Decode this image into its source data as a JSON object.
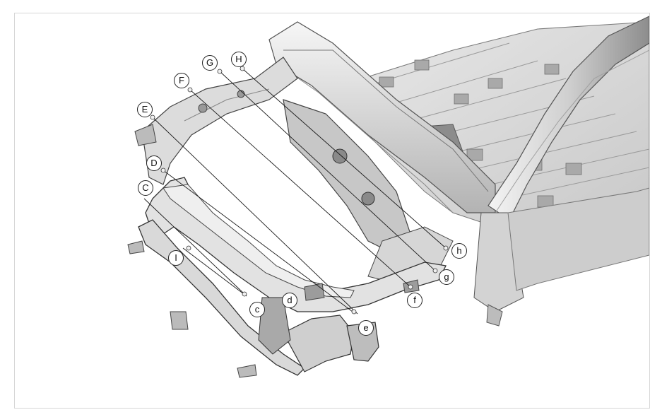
{
  "diagram": {
    "colors": {
      "line": "#1a1a1a",
      "metal_light": "#e4e4e4",
      "metal_mid": "#bfbfbf",
      "metal_dark": "#7a7a7a",
      "frame": "#d6d6d6"
    },
    "callouts": {
      "C": "C",
      "D": "D",
      "E": "E",
      "F": "F",
      "G": "G",
      "H": "H",
      "I": "I",
      "c": "c",
      "d": "d",
      "e": "e",
      "f": "f",
      "g": "g",
      "h": "h"
    }
  }
}
